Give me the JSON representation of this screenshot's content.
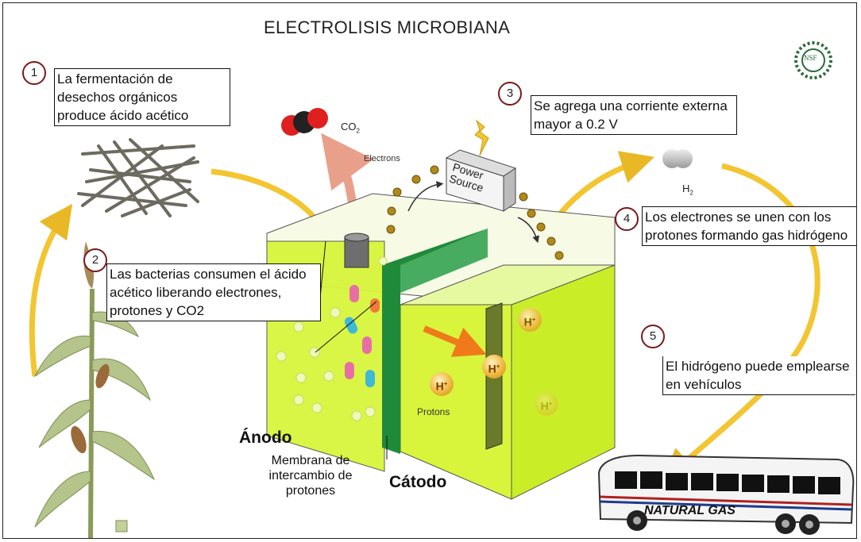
{
  "title": "ELECTROLISIS MICROBIANA",
  "logo_label": "NSF",
  "steps": [
    {
      "number": "1",
      "text": "La fermentación de desechos orgánicos produce ácido acético"
    },
    {
      "number": "2",
      "text": "Las bacterias consumen el ácido acético liberando electrones, protones y CO2"
    },
    {
      "number": "3",
      "text": "Se agrega una corriente externa mayor a 0.2 V"
    },
    {
      "number": "4",
      "text": "Los electrones se unen con los protones formando gas hidrógeno"
    },
    {
      "number": "5",
      "text": "El hidrógeno puede emplearse en vehículos"
    }
  ],
  "labels": {
    "co2": "CO",
    "co2_sub": "2",
    "h2": "H",
    "h2_sub": "2",
    "electrons": "Electrons",
    "power_source_line1": "Power",
    "power_source_line2": "Source",
    "protons": "Protons",
    "hydrogen_ion": "H",
    "hydrogen_ion_sup": "+",
    "anode": "Ánodo",
    "membrane": "Membrana de intercambio de protones",
    "cathode": "Cátodo",
    "bus_text": "NATURAL GAS"
  },
  "colors": {
    "solution": "#d8f53c",
    "membrane": "#1f8a3a",
    "arrow_yellow": "#f2c531",
    "number_ring": "#7a1a1a"
  }
}
